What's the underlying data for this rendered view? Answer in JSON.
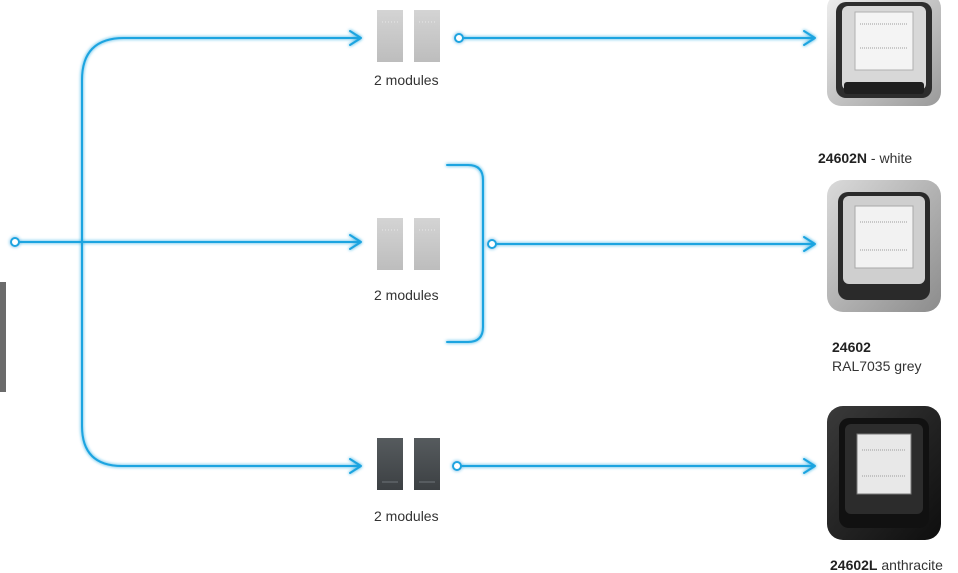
{
  "colors": {
    "line": "#1aa4e0",
    "module_light": "#c9c9c9",
    "module_dark": "#4a4f52"
  },
  "modules": [
    {
      "label": "2 modules",
      "color": "light"
    },
    {
      "label": "2 modules",
      "color": "light"
    },
    {
      "label": "2 modules",
      "color": "dark"
    }
  ],
  "products": [
    {
      "code": "24602N",
      "suffix": " - white",
      "line2": "",
      "finish": "white"
    },
    {
      "code": "24602",
      "suffix": "",
      "line2": "RAL7035 grey",
      "finish": "grey"
    },
    {
      "code": "24602L",
      "suffix": " anthracite",
      "line2": "",
      "finish": "anthracite"
    }
  ]
}
